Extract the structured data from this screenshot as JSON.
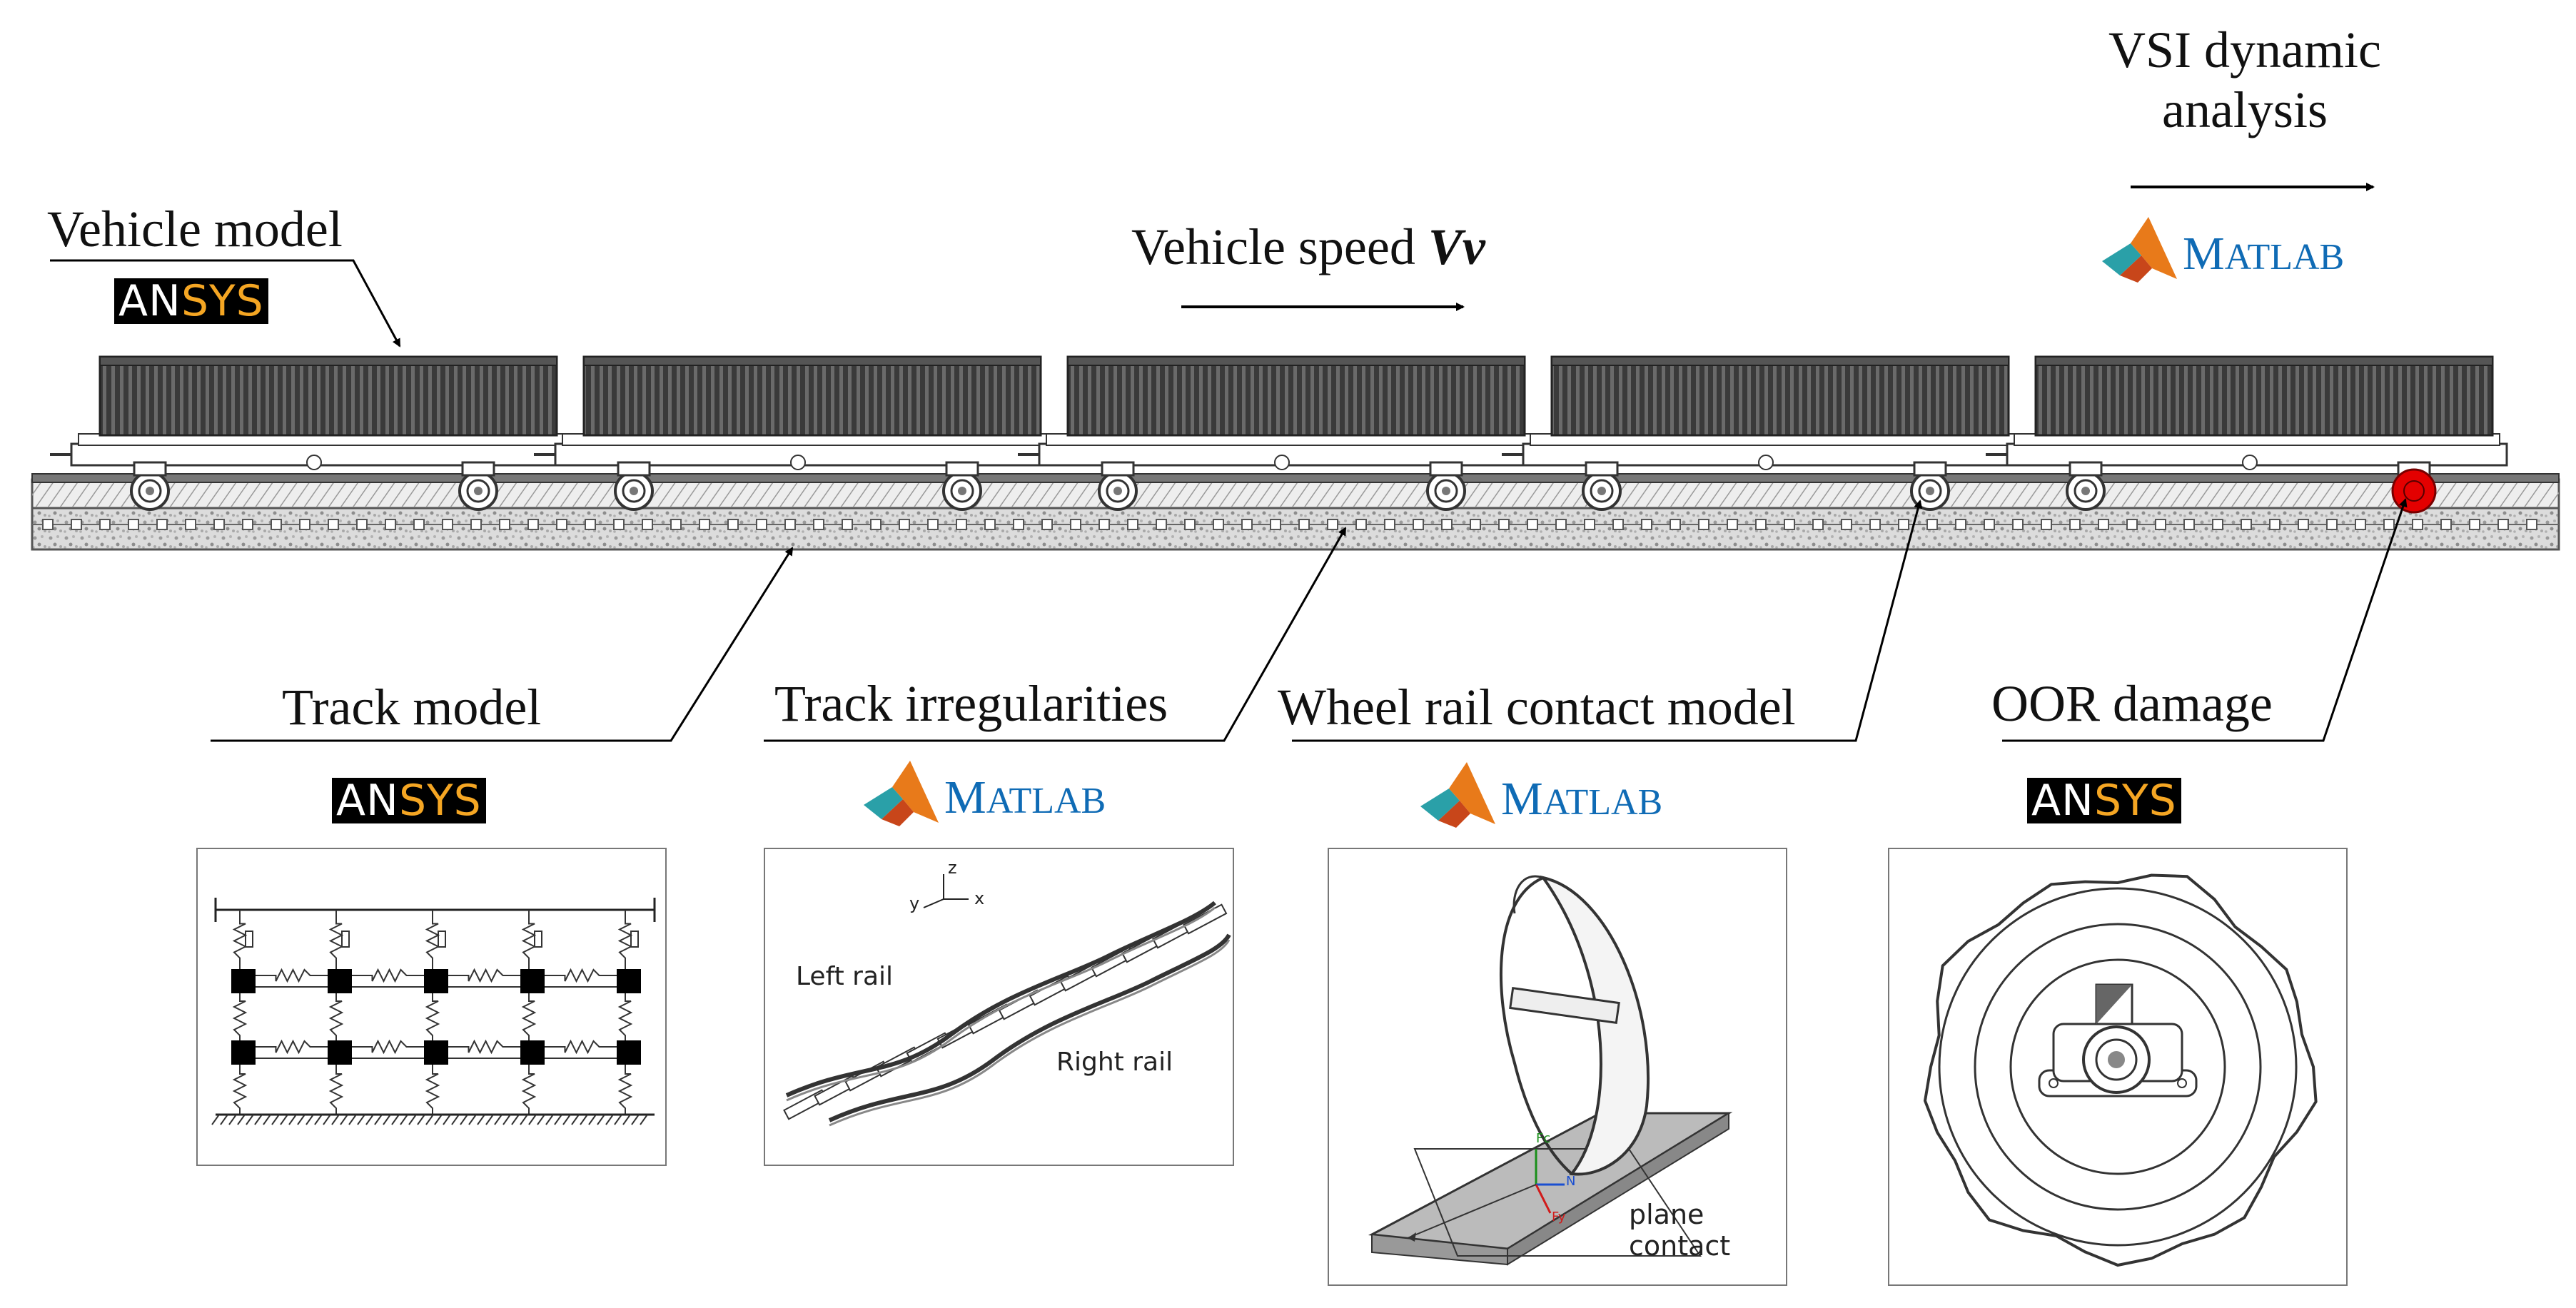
{
  "labels": {
    "vehicle_model": "Vehicle model",
    "vehicle_speed": "Vehicle speed",
    "vehicle_speed_symbol": "Vv",
    "vsi_line1": "VSI dynamic",
    "vsi_line2": "analysis",
    "track_model": "Track model",
    "track_irregularities": "Track irregularities",
    "wheel_rail_contact": "Wheel rail contact model",
    "oor_damage": "OOR damage"
  },
  "logos": {
    "ansys_part1": "AN",
    "ansys_part2": "SYS",
    "matlab_first": "M",
    "matlab_rest": "ATLAB"
  },
  "panels": {
    "irregularities": {
      "left_rail": "Left rail",
      "right_rail": "Right rail",
      "axis_z": "z",
      "axis_y": "y",
      "axis_x": "x"
    },
    "contact": {
      "plane_line1": "plane",
      "plane_line2": "contact",
      "force_fc": "Fc",
      "force_fy": "Fy",
      "force_n": "N"
    }
  },
  "colors": {
    "ansys_orange": "#f5a623",
    "matlab_blue": "#0f6bb5",
    "damage_red": "#e30000"
  }
}
